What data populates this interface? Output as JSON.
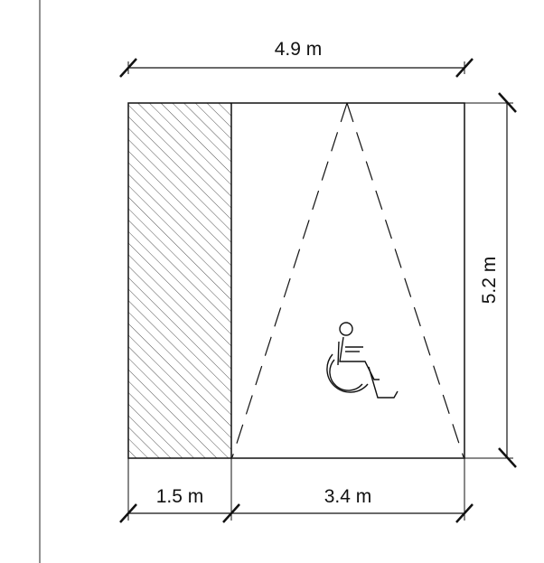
{
  "dimensions": {
    "overall_width": "4.9 m",
    "overall_height": "5.2 m",
    "access_aisle_width": "1.5 m",
    "parking_space_width": "3.4 m"
  },
  "icons": {
    "accessibility_symbol": "wheelchair-icon"
  },
  "colors": {
    "lines": "#111111",
    "hatch": "#555555",
    "background": "#ffffff"
  }
}
